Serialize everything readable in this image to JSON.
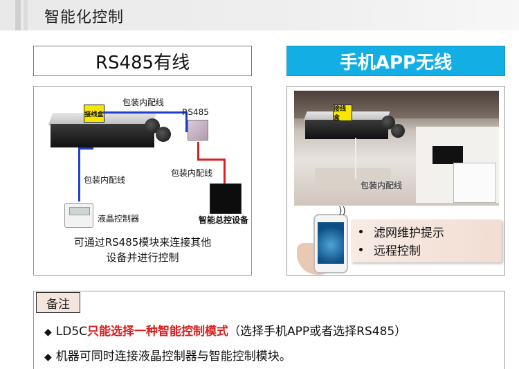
{
  "header": {
    "title": "智能化控制"
  },
  "left": {
    "title": "RS485有线",
    "junction_box": "接线盒",
    "label_top_wire": "包装内配线",
    "label_rs485": "RS485",
    "label_left_wire": "包装内配线",
    "label_right_wire": "包装内配线",
    "label_lcd": "液晶控制器",
    "label_smart": "智能总控设备",
    "caption_line1": "可通过RS485模块来连接其他",
    "caption_line2": "设备并进行控制"
  },
  "right": {
    "title": "手机APP无线",
    "junction_box": "接线盒",
    "label_wire": "包装内配线",
    "features": [
      "滤网维护提示",
      "远程控制"
    ]
  },
  "notes": {
    "title": "备注",
    "line1_prefix": "LD5C",
    "line1_highlight": "只能选择一种智能控制模式",
    "line1_suffix": "（选择手机APP或者选择RS485）",
    "line2": "机器可同时连接液晶控制器与智能控制模块。"
  },
  "colors": {
    "accent_blue": "#13afe4",
    "highlight_red": "#d81f1f"
  }
}
